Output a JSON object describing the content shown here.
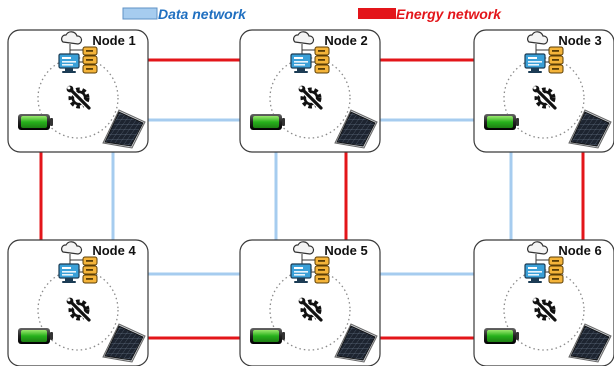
{
  "legend": {
    "data_label": "Data network",
    "energy_label": "Energy network",
    "data_color": "#a6ccef",
    "energy_color": "#e3151a"
  },
  "nodes": [
    {
      "id": "n1",
      "label": "Node 1"
    },
    {
      "id": "n2",
      "label": "Node 2"
    },
    {
      "id": "n3",
      "label": "Node 3"
    },
    {
      "id": "n4",
      "label": "Node 4"
    },
    {
      "id": "n5",
      "label": "Node 5"
    },
    {
      "id": "n6",
      "label": "Node 6"
    }
  ],
  "icons": [
    "server-cloud-icon",
    "gear-wrench-icon",
    "battery-icon",
    "solar-panel-icon"
  ],
  "links": [
    {
      "from": "n1",
      "to": "n2",
      "type": "energy"
    },
    {
      "from": "n1",
      "to": "n2",
      "type": "data"
    },
    {
      "from": "n2",
      "to": "n3",
      "type": "energy"
    },
    {
      "from": "n2",
      "to": "n3",
      "type": "data"
    },
    {
      "from": "n4",
      "to": "n5",
      "type": "data"
    },
    {
      "from": "n4",
      "to": "n5",
      "type": "energy"
    },
    {
      "from": "n5",
      "to": "n6",
      "type": "data"
    },
    {
      "from": "n5",
      "to": "n6",
      "type": "energy"
    },
    {
      "from": "n1",
      "to": "n4",
      "type": "energy"
    },
    {
      "from": "n1",
      "to": "n4",
      "type": "data"
    },
    {
      "from": "n2",
      "to": "n5",
      "type": "data"
    },
    {
      "from": "n2",
      "to": "n5",
      "type": "energy"
    },
    {
      "from": "n3",
      "to": "n6",
      "type": "data"
    },
    {
      "from": "n3",
      "to": "n6",
      "type": "energy"
    }
  ]
}
